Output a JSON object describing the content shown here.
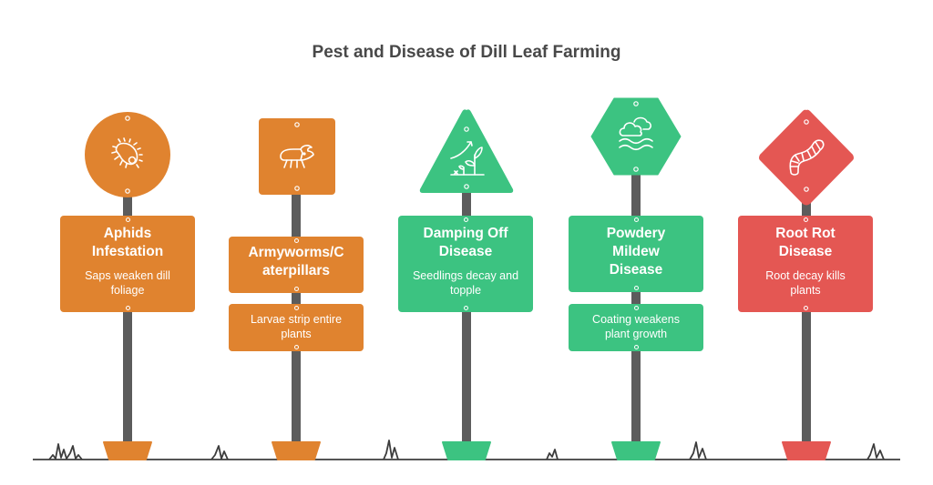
{
  "title": "Pest and Disease of Dill Leaf Farming",
  "colors": {
    "orange": "#e0832f",
    "green": "#3cc381",
    "red": "#e45753",
    "pole": "#5c5c5c",
    "title": "#484848"
  },
  "signs": [
    {
      "name": "Aphids Infestation",
      "heading_lines": [
        "Aphids",
        "Infestation"
      ],
      "description_lines": [
        "Saps weaken dill",
        "foliage"
      ],
      "shape": "circle",
      "icon": "aphid-icon",
      "color": "orange"
    },
    {
      "name": "Armyworms/Caterpillars",
      "heading_lines": [
        "Armyworms/C",
        "aterpillars"
      ],
      "description_lines": [
        "Larvae strip entire",
        "plants"
      ],
      "shape": "square",
      "icon": "beetle-icon",
      "color": "orange"
    },
    {
      "name": "Damping Off Disease",
      "heading_lines": [
        "Damping Off",
        "Disease"
      ],
      "description_lines": [
        "Seedlings decay and",
        "topple"
      ],
      "shape": "triangle",
      "icon": "seedling-growth-icon",
      "color": "green"
    },
    {
      "name": "Powdery Mildew Disease",
      "heading_lines": [
        "Powdery",
        "Mildew",
        "Disease"
      ],
      "description_lines": [
        "Coating weakens",
        "plant growth"
      ],
      "shape": "hexagon",
      "icon": "cloud-humidity-icon",
      "color": "green"
    },
    {
      "name": "Root Rot Disease",
      "heading_lines": [
        "Root Rot",
        "Disease"
      ],
      "description_lines": [
        "Root decay kills",
        "plants"
      ],
      "shape": "diamond",
      "icon": "worm-icon",
      "color": "red"
    }
  ]
}
